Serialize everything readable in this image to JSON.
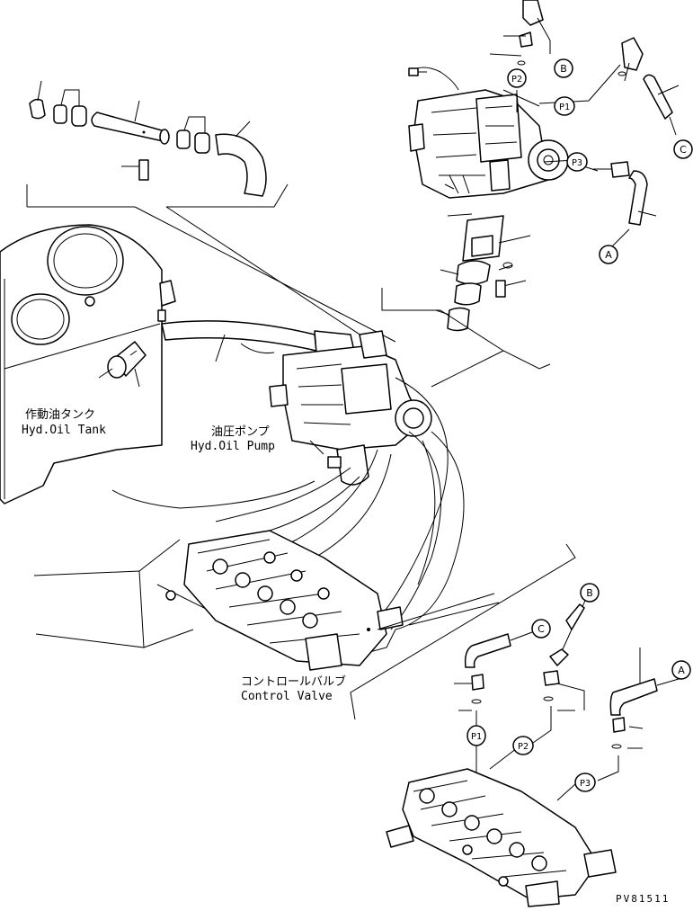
{
  "labels": {
    "tank_jp": "作動油タンク",
    "tank_en": "Hyd.Oil Tank",
    "pump_jp": "油圧ポンプ",
    "pump_en": "Hyd.Oil Pump",
    "valve_jp": "コントロールバルブ",
    "valve_en": "Control Valve"
  },
  "callouts": {
    "A": "A",
    "B": "B",
    "C": "C",
    "P1": "P1",
    "P2": "P2",
    "P3": "P3"
  },
  "drawing_code": "PV81511"
}
